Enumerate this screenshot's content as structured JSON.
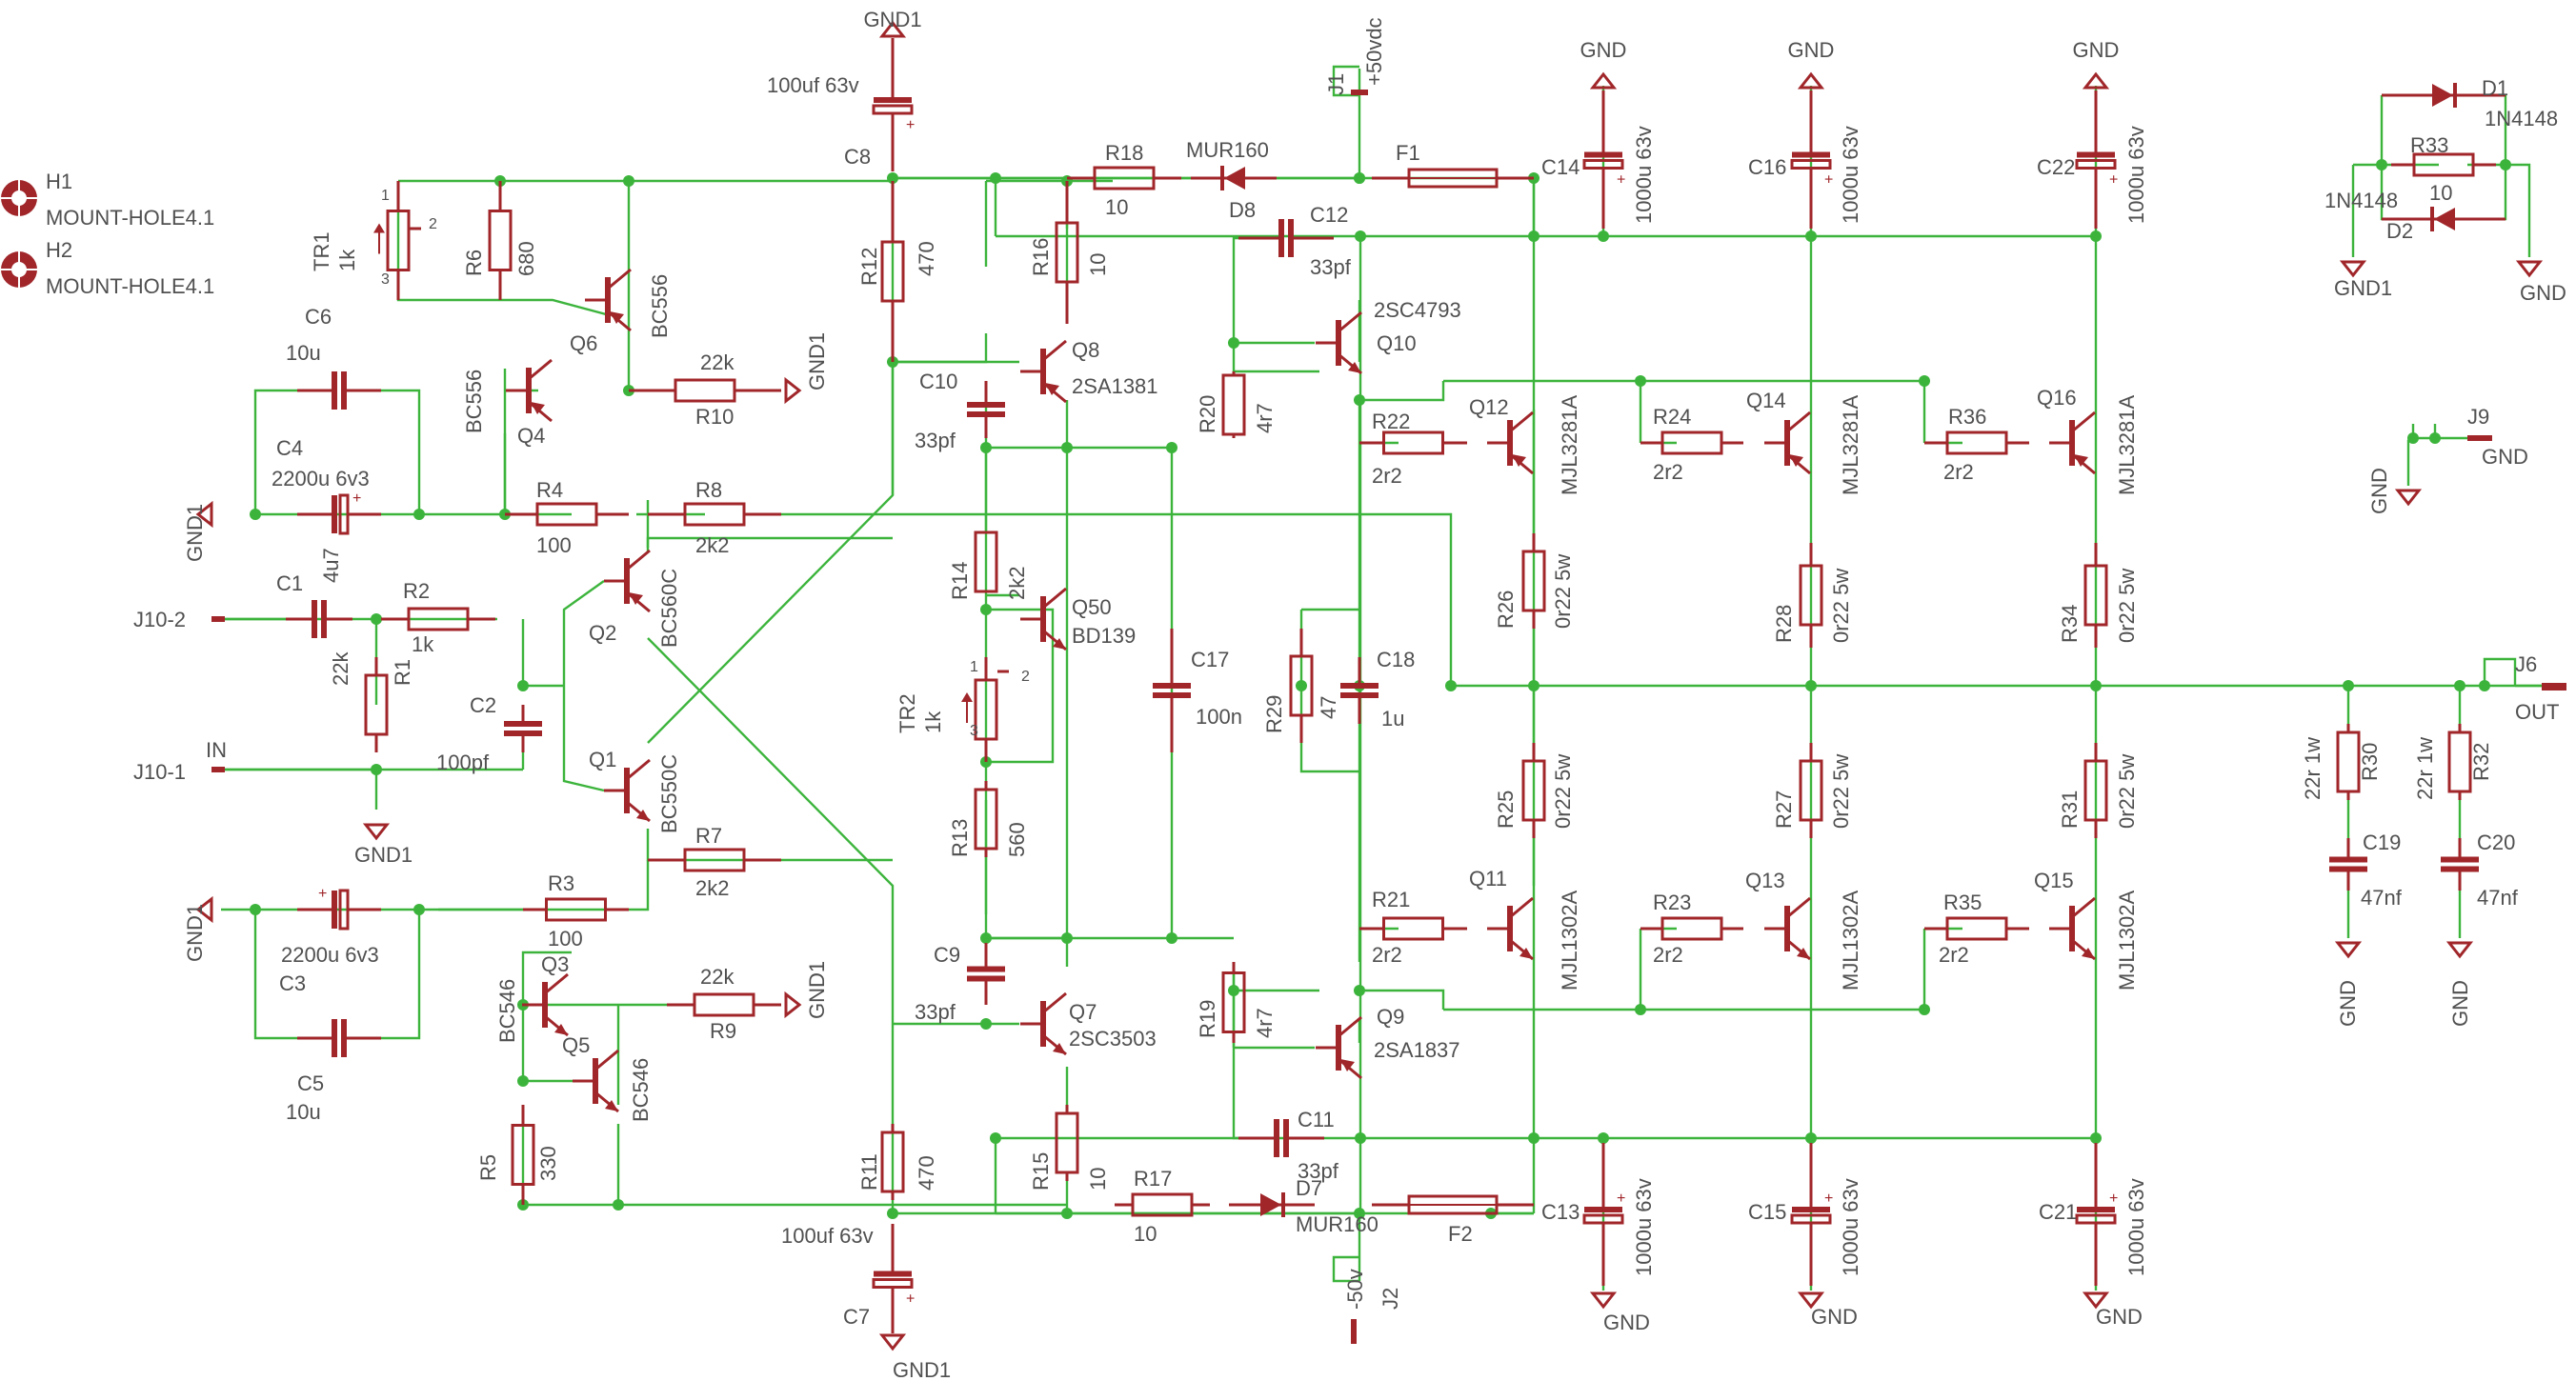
{
  "colors": {
    "wire": "#3cb43c",
    "part": "#a0262a",
    "label": "#505050",
    "background": "#ffffff"
  },
  "mount_holes": [
    {
      "ref": "H1",
      "value": "MOUNT-HOLE4.1"
    },
    {
      "ref": "H2",
      "value": "MOUNT-HOLE4.1"
    }
  ],
  "transistors": [
    {
      "ref": "Q1",
      "value": "BC550C"
    },
    {
      "ref": "Q2",
      "value": "BC560C"
    },
    {
      "ref": "Q3",
      "value": "BC546"
    },
    {
      "ref": "Q4",
      "value": "BC556"
    },
    {
      "ref": "Q5",
      "value": "BC546"
    },
    {
      "ref": "Q6",
      "value": "BC556"
    },
    {
      "ref": "Q7",
      "value": "2SC3503"
    },
    {
      "ref": "Q8",
      "value": "2SA1381"
    },
    {
      "ref": "Q9",
      "value": "2SA1837"
    },
    {
      "ref": "Q10",
      "value": "2SC4793"
    },
    {
      "ref": "Q50",
      "value": "BD139"
    },
    {
      "ref": "Q11",
      "value": "MJL1302A"
    },
    {
      "ref": "Q12",
      "value": "MJL3281A"
    },
    {
      "ref": "Q13",
      "value": "MJL1302A"
    },
    {
      "ref": "Q14",
      "value": "MJL3281A"
    },
    {
      "ref": "Q15",
      "value": "MJL1302A"
    },
    {
      "ref": "Q16",
      "value": "MJL3281A"
    }
  ],
  "resistors": [
    {
      "ref": "R1",
      "value": "22k"
    },
    {
      "ref": "R2",
      "value": "1k"
    },
    {
      "ref": "R3",
      "value": "100"
    },
    {
      "ref": "R4",
      "value": "100"
    },
    {
      "ref": "R5",
      "value": "330"
    },
    {
      "ref": "R6",
      "value": "680"
    },
    {
      "ref": "R7",
      "value": "2k2"
    },
    {
      "ref": "R8",
      "value": "2k2"
    },
    {
      "ref": "R9",
      "value": "22k"
    },
    {
      "ref": "R10",
      "value": "22k"
    },
    {
      "ref": "R11",
      "value": "470"
    },
    {
      "ref": "R12",
      "value": "470"
    },
    {
      "ref": "R13",
      "value": "560"
    },
    {
      "ref": "R14",
      "value": "2k2"
    },
    {
      "ref": "R15",
      "value": "10"
    },
    {
      "ref": "R16",
      "value": "10"
    },
    {
      "ref": "R17",
      "value": "10"
    },
    {
      "ref": "R18",
      "value": "10"
    },
    {
      "ref": "R19",
      "value": "4r7"
    },
    {
      "ref": "R20",
      "value": "4r7"
    },
    {
      "ref": "R21",
      "value": "2r2"
    },
    {
      "ref": "R22",
      "value": "2r2"
    },
    {
      "ref": "R23",
      "value": "2r2"
    },
    {
      "ref": "R24",
      "value": "2r2"
    },
    {
      "ref": "R25",
      "value": "0r22 5w"
    },
    {
      "ref": "R26",
      "value": "0r22 5w"
    },
    {
      "ref": "R27",
      "value": "0r22 5w"
    },
    {
      "ref": "R28",
      "value": "0r22 5w"
    },
    {
      "ref": "R29",
      "value": "47"
    },
    {
      "ref": "R30",
      "value": "22r 1w"
    },
    {
      "ref": "R31",
      "value": "0r22 5w"
    },
    {
      "ref": "R32",
      "value": "22r 1w"
    },
    {
      "ref": "R33",
      "value": "10"
    },
    {
      "ref": "R34",
      "value": "0r22 5w"
    },
    {
      "ref": "R35",
      "value": "2r2"
    },
    {
      "ref": "R36",
      "value": "2r2"
    }
  ],
  "trimmers": [
    {
      "ref": "TR1",
      "value": "1k"
    },
    {
      "ref": "TR2",
      "value": "1k"
    }
  ],
  "capacitors": [
    {
      "ref": "C1",
      "value": "4u7"
    },
    {
      "ref": "C2",
      "value": "100pf"
    },
    {
      "ref": "C3",
      "value": "2200u 6v3"
    },
    {
      "ref": "C4",
      "value": "2200u 6v3"
    },
    {
      "ref": "C5",
      "value": "10u"
    },
    {
      "ref": "C6",
      "value": "10u"
    },
    {
      "ref": "C7",
      "value": "100uf 63v"
    },
    {
      "ref": "C8",
      "value": "100uf 63v"
    },
    {
      "ref": "C9",
      "value": "33pf"
    },
    {
      "ref": "C10",
      "value": "33pf"
    },
    {
      "ref": "C11",
      "value": "33pf"
    },
    {
      "ref": "C12",
      "value": "33pf"
    },
    {
      "ref": "C13",
      "value": "1000u 63v"
    },
    {
      "ref": "C14",
      "value": "1000u 63v"
    },
    {
      "ref": "C15",
      "value": "1000u 63v"
    },
    {
      "ref": "C16",
      "value": "1000u 63v"
    },
    {
      "ref": "C17",
      "value": "100n"
    },
    {
      "ref": "C18",
      "value": "1u"
    },
    {
      "ref": "C19",
      "value": "47nf"
    },
    {
      "ref": "C20",
      "value": "47nf"
    },
    {
      "ref": "C21",
      "value": "1000u 63v"
    },
    {
      "ref": "C22",
      "value": "1000u 63v"
    }
  ],
  "diodes": [
    {
      "ref": "D1",
      "value": "1N4148"
    },
    {
      "ref": "D2",
      "value": "1N4148"
    },
    {
      "ref": "D7",
      "value": "MUR160"
    },
    {
      "ref": "D8",
      "value": "MUR160"
    }
  ],
  "fuses": [
    {
      "ref": "F1"
    },
    {
      "ref": "F2"
    }
  ],
  "connectors": [
    {
      "ref": "J1",
      "label": "+50vdc"
    },
    {
      "ref": "J2",
      "label": "-50v"
    },
    {
      "ref": "J6",
      "label": "OUT"
    },
    {
      "ref": "J9"
    },
    {
      "ref": "J10-1",
      "label": "IN"
    },
    {
      "ref": "J10-2"
    }
  ],
  "supplies": {
    "gnd": "GND",
    "gnd1": "GND1"
  },
  "pin_numbers": {
    "one": "1",
    "two": "2",
    "three": "3"
  }
}
